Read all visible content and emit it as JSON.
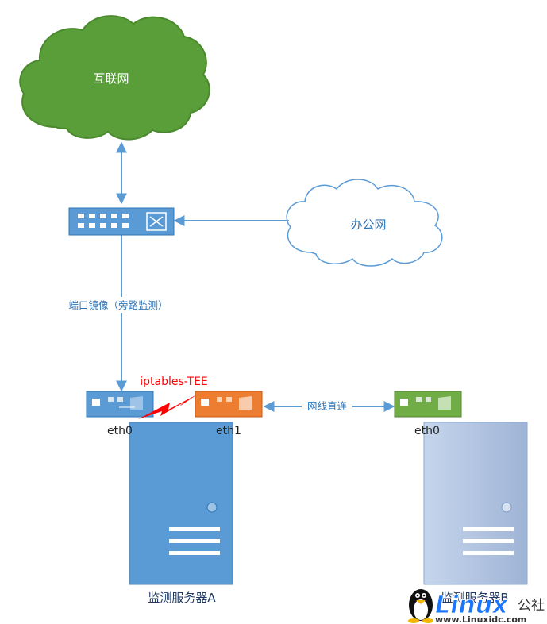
{
  "nodes": {
    "internet": "互联网",
    "office_net": "办公网"
  },
  "edges": {
    "port_mirror": "端口镜像（旁路监测）",
    "direct_link": "网线直连",
    "iptables_tee": "iptables-TEE"
  },
  "interfaces": {
    "server_a_eth0": "eth0",
    "server_a_eth1": "eth1",
    "server_b_eth0": "eth0"
  },
  "servers": {
    "server_a": "监测服务器A",
    "server_b": "监测服务器B"
  },
  "watermark": {
    "brand": "Linux",
    "suffix": "公社",
    "url": "www.Linuxidc.com"
  },
  "colors": {
    "internet_cloud": "#5a9e3a",
    "office_cloud": "#ffffff",
    "switch": "#5b9bd5",
    "server_a": "#5b9bd5",
    "server_b": "#b4c7e7",
    "eth1_nic": "#ed7d31",
    "server_b_nic": "#70ad47",
    "link": "#5b9bd5",
    "tee_bolt": "#ff0000"
  }
}
